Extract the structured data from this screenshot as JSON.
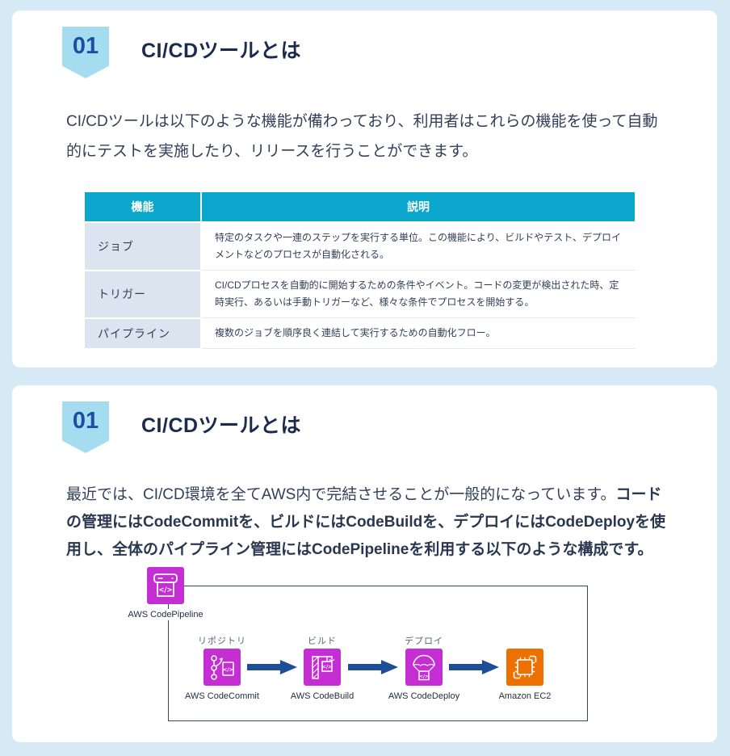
{
  "colors": {
    "page_background": "#d6eaf6",
    "card_background": "#ffffff",
    "badge_background": "#a6dcef",
    "badge_text": "#1d4fa1",
    "heading_text": "#1b2b4e",
    "body_text": "#323f58",
    "table_header_background": "#0ba6cc",
    "table_label_cell_background": "#dce4f0",
    "aws_devtools_magenta": "#c42ed3",
    "ec2_orange": "#ed7100",
    "arrow_blue": "#1e4f96"
  },
  "section1": {
    "badge": "01",
    "title": "CI/CDツールとは",
    "paragraph": "CI/CDツールは以下のような機能が備わっており、利用者はこれらの機能を使って自動的にテストを実施したり、リリースを行うことができます。",
    "table": {
      "headers": {
        "feature": "機能",
        "description": "説明"
      },
      "rows": [
        {
          "feature": "ジョブ",
          "description": "特定のタスクや一連のステップを実行する単位。この機能により、ビルドやテスト、デプロイメントなどのプロセスが自動化される。"
        },
        {
          "feature": "トリガー",
          "description": "CI/CDプロセスを自動的に開始するための条件やイベント。コードの変更が検出された時、定時実行、あるいは手動トリガーなど、様々な条件でプロセスを開始する。"
        },
        {
          "feature": "パイプライン",
          "description": "複数のジョブを順序良く連結して実行するための自動化フロー。"
        }
      ]
    }
  },
  "section2": {
    "badge": "01",
    "title": "CI/CDツールとは",
    "paragraph_normal": "最近では、CI/CD環境を全てAWS内で完結させることが一般的になっています。",
    "paragraph_bold": "コードの管理にはCodeCommitを、ビルドにはCodeBuildを、デプロイにはCodeDeployを使用し、全体のパイプライン管理にはCodePipelineを利用する以下のような構成です。",
    "diagram": {
      "pipeline_service": "AWS CodePipeline",
      "steps": [
        {
          "stage": "リポジトリ",
          "service": "AWS CodeCommit"
        },
        {
          "stage": "ビルド",
          "service": "AWS CodeBuild"
        },
        {
          "stage": "デプロイ",
          "service": "AWS CodeDeploy"
        },
        {
          "stage": "",
          "service": "Amazon EC2"
        }
      ]
    }
  }
}
